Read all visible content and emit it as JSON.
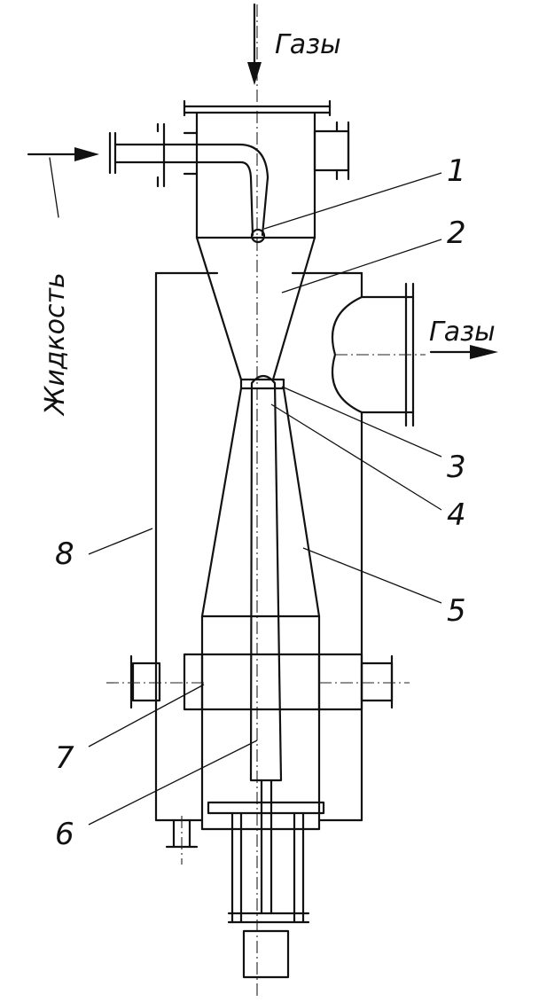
{
  "labels": {
    "gases_in": "Газы",
    "gases_out": "Газы",
    "liquid": "Жидкость",
    "parts": [
      "1",
      "2",
      "3",
      "4",
      "5",
      "6",
      "7",
      "8"
    ]
  }
}
